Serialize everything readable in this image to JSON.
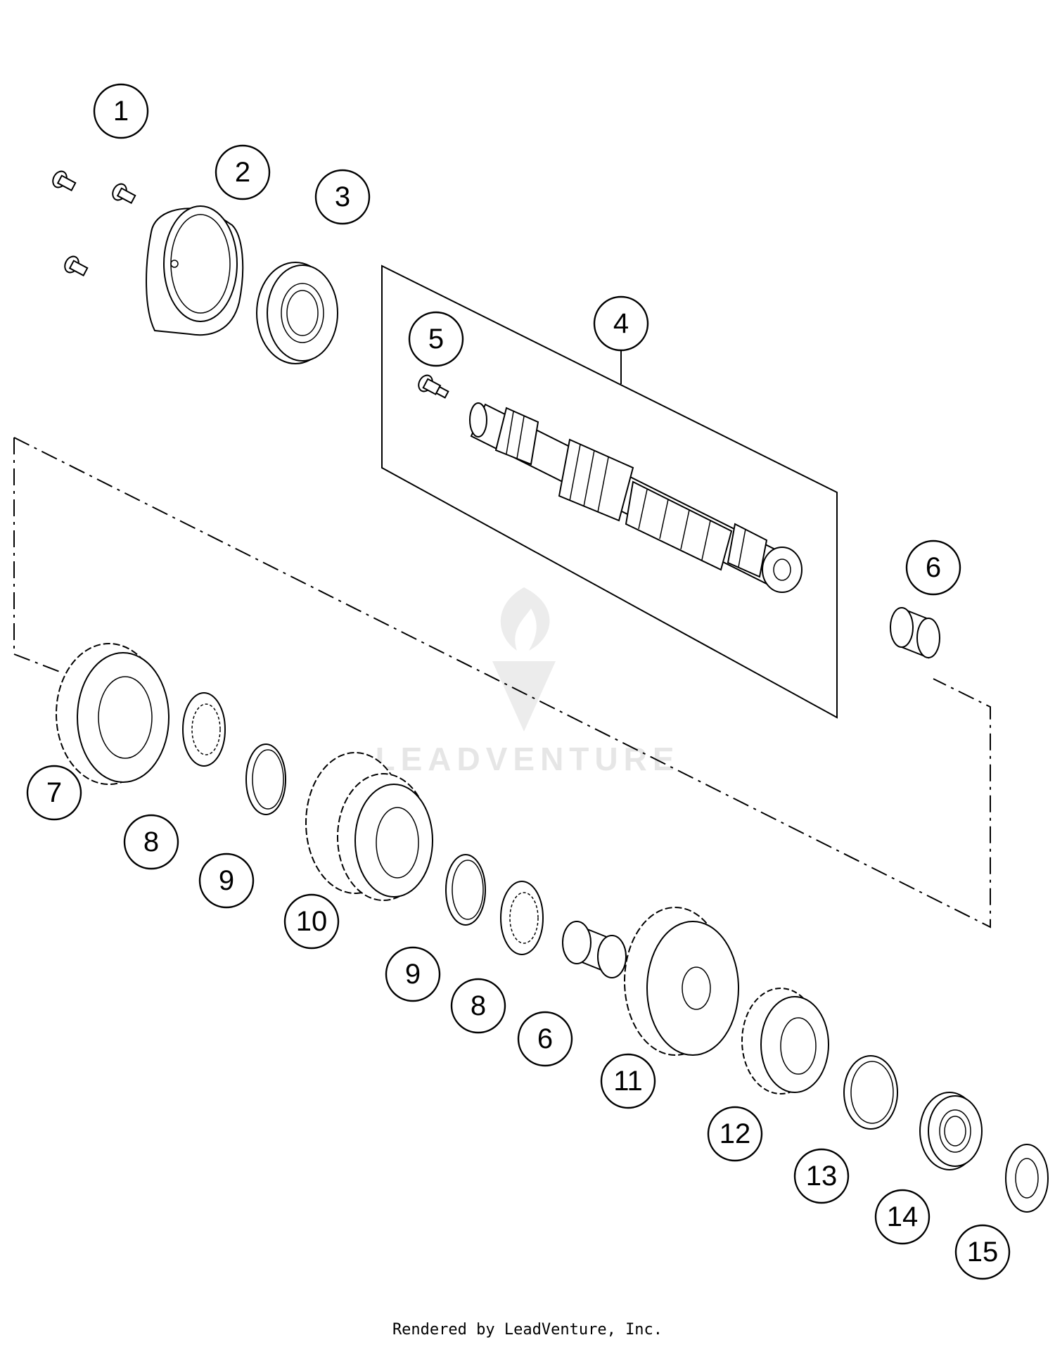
{
  "callouts": [
    "1",
    "2",
    "3",
    "4",
    "5",
    "6",
    "6",
    "7",
    "8",
    "8",
    "9",
    "9",
    "10",
    "11",
    "12",
    "13",
    "14",
    "15"
  ],
  "watermark": {
    "brand": "LEADVENTURE"
  },
  "footer": {
    "text": "Rendered by LeadVenture, Inc."
  }
}
